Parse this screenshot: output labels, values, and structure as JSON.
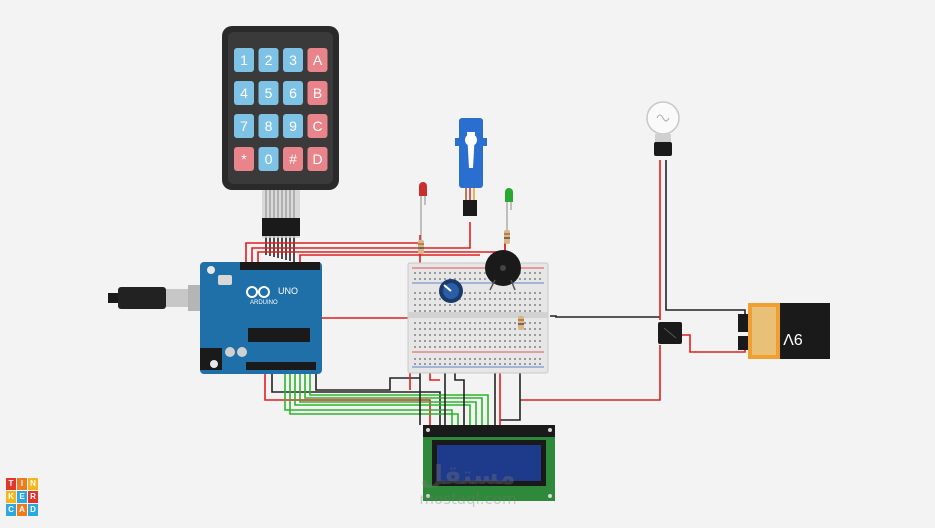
{
  "keypad": {
    "keys": [
      "1",
      "2",
      "3",
      "A",
      "4",
      "5",
      "6",
      "B",
      "7",
      "8",
      "9",
      "C",
      "*",
      "0",
      "#",
      "D"
    ]
  },
  "arduino": {
    "brand": "ARDUINO",
    "model": "UNO"
  },
  "battery": {
    "label": "9V"
  },
  "logo": {
    "letters": [
      "T",
      "I",
      "N",
      "K",
      "E",
      "R",
      "C",
      "A",
      "D"
    ]
  },
  "watermark": {
    "arabic": "مستقل",
    "latin": "mostaql.com"
  },
  "colors": {
    "wire_red": "#e02020",
    "wire_black": "#222222",
    "wire_green": "#2db52d",
    "board": "#1f6fa8",
    "keypad_blue": "#7ec3e6",
    "keypad_red": "#e8848a"
  }
}
